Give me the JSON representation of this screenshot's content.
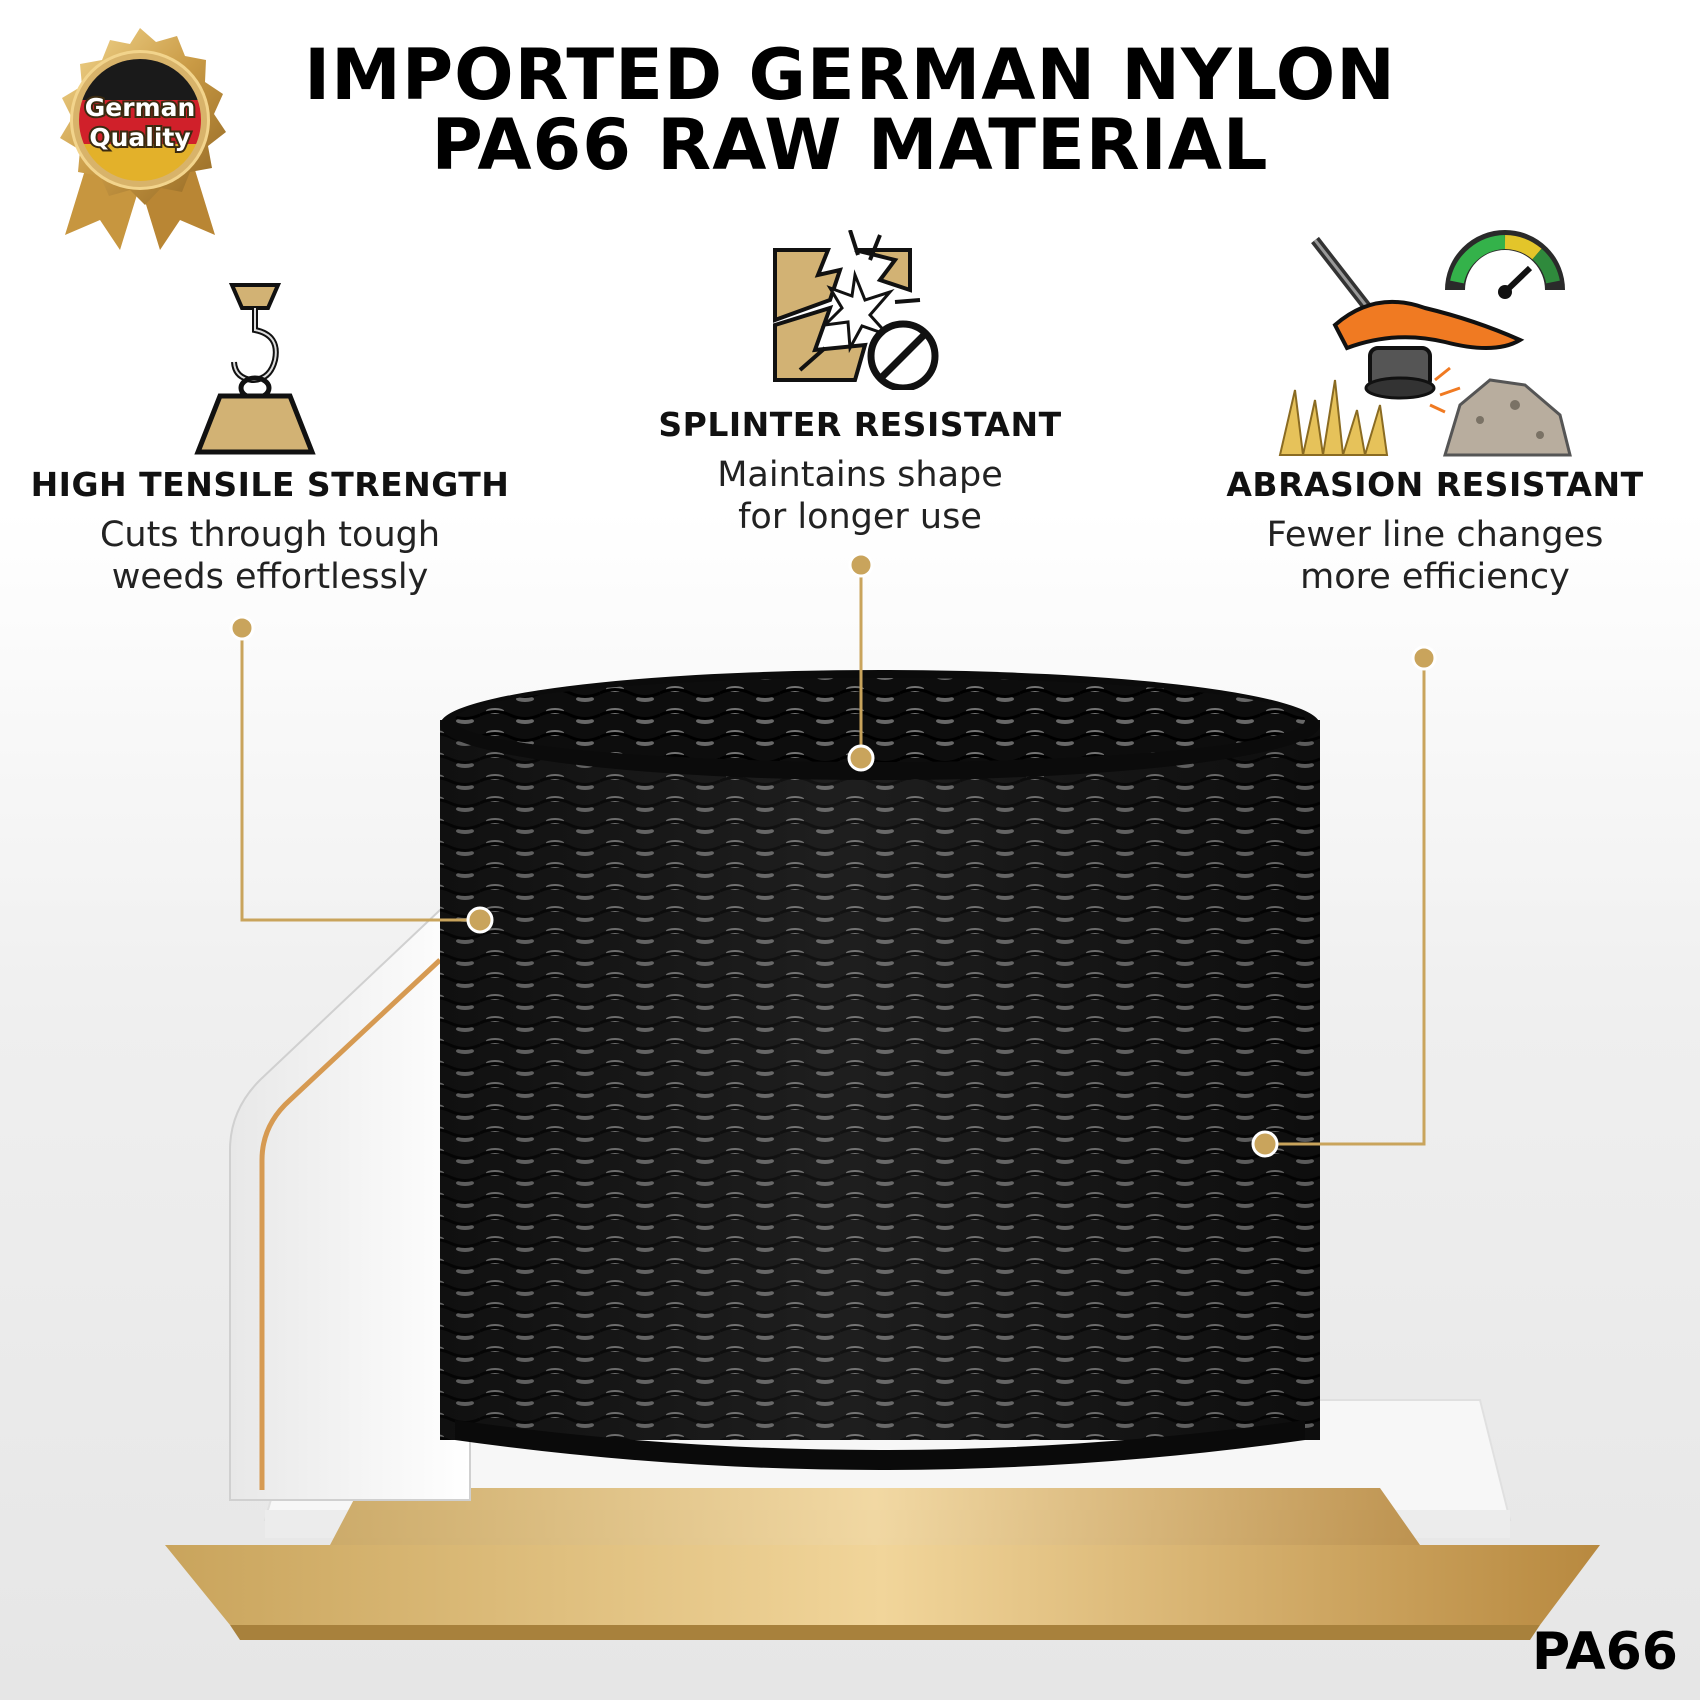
{
  "title": {
    "line1": "IMPORTED GERMAN NYLON",
    "line2": "PA66 RAW MATERIAL"
  },
  "badge": {
    "line1": "German",
    "line2": "Quality",
    "icon": "german-quality-seal-icon"
  },
  "features": [
    {
      "heading": "HIGH TENSILE STRENGTH",
      "line1": "Cuts through tough",
      "line2": "weeds effortlessly",
      "icon": "hook-weight-icon"
    },
    {
      "heading": "SPLINTER RESISTANT",
      "line1": "Maintains shape",
      "line2": "for longer use",
      "icon": "shatter-prohibited-icon"
    },
    {
      "heading": "ABRASION RESISTANT",
      "line1": "Fewer line changes",
      "line2": "more efficiency",
      "icon": "trimmer-gauge-icon"
    }
  ],
  "material_label": "PA66",
  "colors": {
    "gold": "#c9a45c",
    "gold_dark": "#a8813c",
    "spool_black": "#111111",
    "text": "#000000"
  }
}
